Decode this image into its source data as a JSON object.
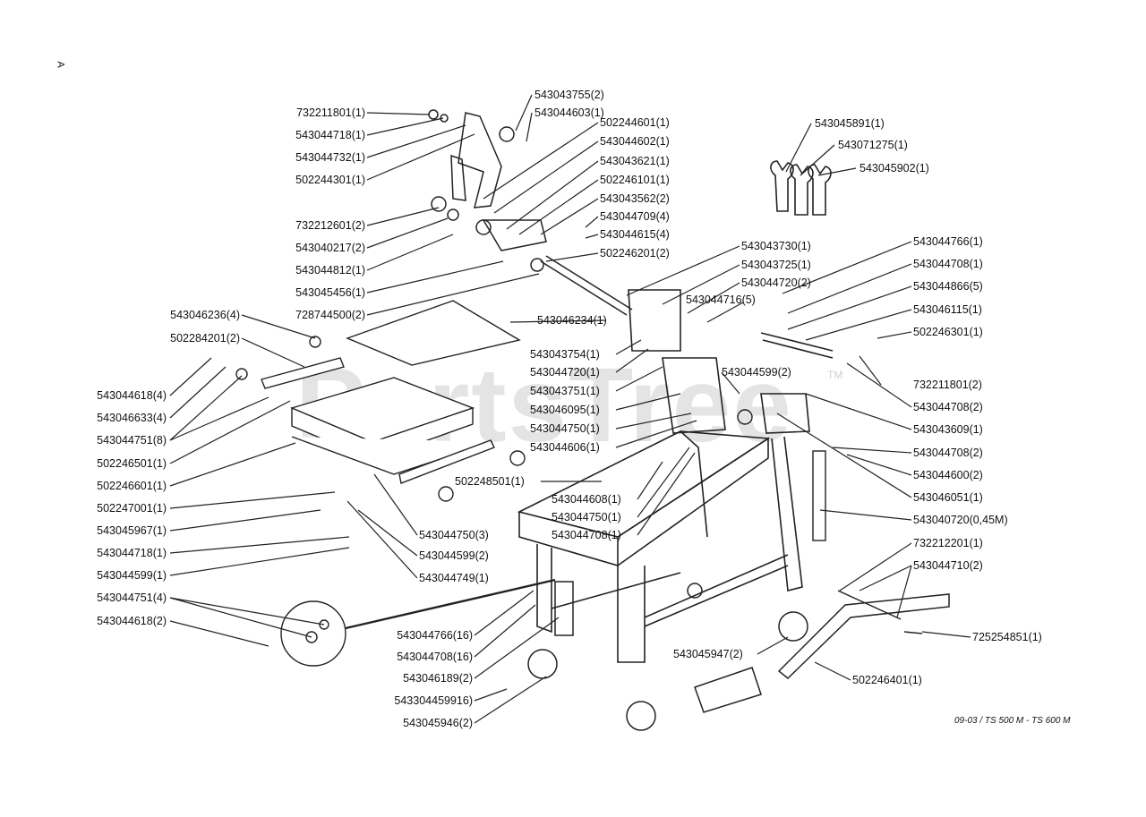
{
  "corner_mark": "A",
  "footer": "09-03 / TS 500 M - TS 600 M",
  "watermark": "PartsTree",
  "watermark_tm": "TM",
  "labels": {
    "l1": "732211801(1)",
    "l2": "543044718(1)",
    "l3": "543044732(1)",
    "l4": "502244301(1)",
    "l5": "732212601(2)",
    "l6": "543040217(2)",
    "l7": "543044812(1)",
    "l8": "543045456(1)",
    "l9": "728744500(2)",
    "l10": "543046236(4)",
    "l11": "502284201(2)",
    "l12": "543044618(4)",
    "l13": "543046633(4)",
    "l14": "543044751(8)",
    "l15": "502246501(1)",
    "l16": "502246601(1)",
    "l17": "502247001(1)",
    "l18": "543045967(1)",
    "l19": "543044718(1)",
    "l20": "543044599(1)",
    "l21": "543044751(4)",
    "l22": "543044618(2)",
    "t1": "543043755(2)",
    "t2": "543044603(1)",
    "t3": "502244601(1)",
    "t4": "543044602(1)",
    "t5": "543043621(1)",
    "t6": "502246101(1)",
    "t7": "543043562(2)",
    "t8": "543044709(4)",
    "t9": "543044615(4)",
    "t10": "502246201(2)",
    "t11": "543046234(1)",
    "w1": "543045891(1)",
    "w2": "543071275(1)",
    "w3": "543045902(1)",
    "m1": "543043730(1)",
    "m2": "543043725(1)",
    "m3": "543044720(2)",
    "m4": "543044716(5)",
    "m5": "543043754(1)",
    "m6": "543044720(1)",
    "m7": "543043751(1)",
    "m8": "543046095(1)",
    "m9": "543044750(1)",
    "m10": "543044606(1)",
    "m11": "543044599(2)",
    "m12": "502248501(1)",
    "m13": "543044608(1)",
    "m14": "543044750(1)",
    "m15": "543044708(1)",
    "m16": "543044750(3)",
    "m17": "543044599(2)",
    "m18": "543044749(1)",
    "r1": "543044766(1)",
    "r2": "543044708(1)",
    "r3": "543044866(5)",
    "r4": "543046115(1)",
    "r5": "502246301(1)",
    "r6": "732211801(2)",
    "r7": "543044708(2)",
    "r8": "543043609(1)",
    "r9": "543044708(2)",
    "r10": "543044600(2)",
    "r11": "543046051(1)",
    "r12": "543040720(0,45M)",
    "r13": "732212201(1)",
    "r14": "543044710(2)",
    "r15": "725254851(1)",
    "b1": "543044766(16)",
    "b2": "543044708(16)",
    "b3": "543046189(2)",
    "b4": "543304459916)",
    "b5": "543045946(2)",
    "b6": "543045947(2)",
    "b7": "502246401(1)"
  }
}
